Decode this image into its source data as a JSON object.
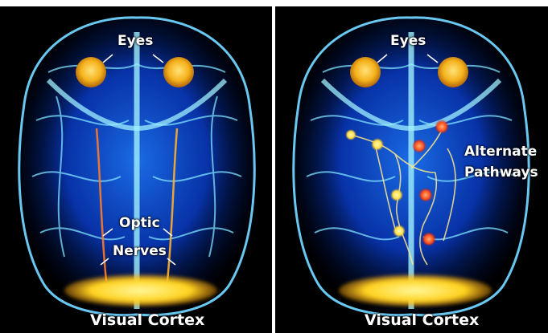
{
  "panels": [
    {
      "labels": {
        "eyes": "Eyes",
        "optic": "Optic",
        "nerves": "Nerves",
        "cortex": "Visual Cortex"
      }
    },
    {
      "labels": {
        "eyes": "Eyes",
        "alternate_line1": "Alternate",
        "alternate_line2": "Pathways",
        "cortex": "Visual Cortex"
      }
    }
  ],
  "colors": {
    "background": "#000000",
    "brain_glow": "#1e78ff",
    "brain_highlight": "#7fe3ff",
    "eye": "#f5b21c",
    "cortex": "#ffd21e",
    "node_yellow": "#ffe14a",
    "node_red": "#ff4a1a",
    "label": "#ffffff"
  }
}
